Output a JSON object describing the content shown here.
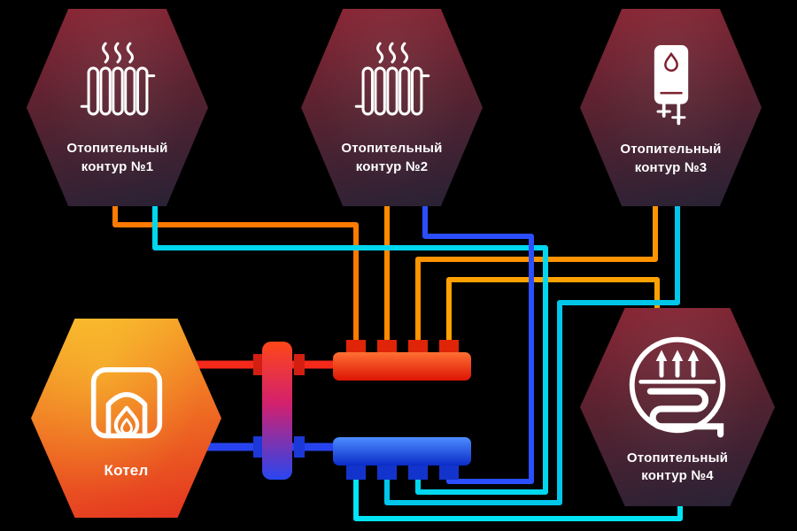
{
  "nodes": {
    "circuit1": {
      "label_line1": "Отопительный",
      "label_line2": "контур №1",
      "icon": "radiator-icon"
    },
    "circuit2": {
      "label_line1": "Отопительный",
      "label_line2": "контур №2",
      "icon": "radiator-icon"
    },
    "circuit3": {
      "label_line1": "Отопительный",
      "label_line2": "контур №3",
      "icon": "water-heater-icon"
    },
    "circuit4": {
      "label_line1": "Отопительный",
      "label_line2": "контур №4",
      "icon": "underfloor-heating-icon"
    },
    "boiler": {
      "label": "Котел",
      "icon": "boiler-flame-icon"
    }
  },
  "colors": {
    "background": "#000000",
    "supply_pipe": "#ff8a00",
    "return_pipe_cyan": "#00d7ef",
    "return_pipe_blue": "#2b4fff",
    "boiler_supply_pipe": "#f5291a",
    "boiler_return_pipe": "#2743f0",
    "supply_manifold": "#e02408",
    "return_manifold": "#1334cc",
    "separator_top": "#ff4718",
    "separator_middle": "#d2206e",
    "separator_bottom": "#2846f0",
    "node_gradient_top": "#8a2332",
    "node_gradient_bottom": "#262235",
    "boiler_gradient_top": "#f8b42a",
    "boiler_gradient_bottom": "#e3311f",
    "icon_color": "#ffffff",
    "label_color": "#ffffff"
  }
}
